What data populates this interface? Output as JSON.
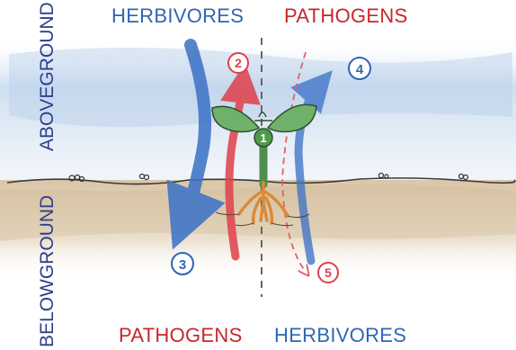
{
  "labels": {
    "top_left": "HERBIVORES",
    "top_right": "PATHOGENS",
    "bottom_left": "PATHOGENS",
    "bottom_right": "HERBIVORES",
    "side_top": "ABOVEGROUND",
    "side_bottom": "BELOWGROUND"
  },
  "markers": [
    "1",
    "2",
    "3",
    "4",
    "5"
  ],
  "colors": {
    "herbivore_blue": "#3f74c7",
    "pathogen_red": "#e0404a",
    "sky_blue": "#c9dcef",
    "soil_brown": "#d8c3a3",
    "plant_green": "#5fa35a"
  }
}
